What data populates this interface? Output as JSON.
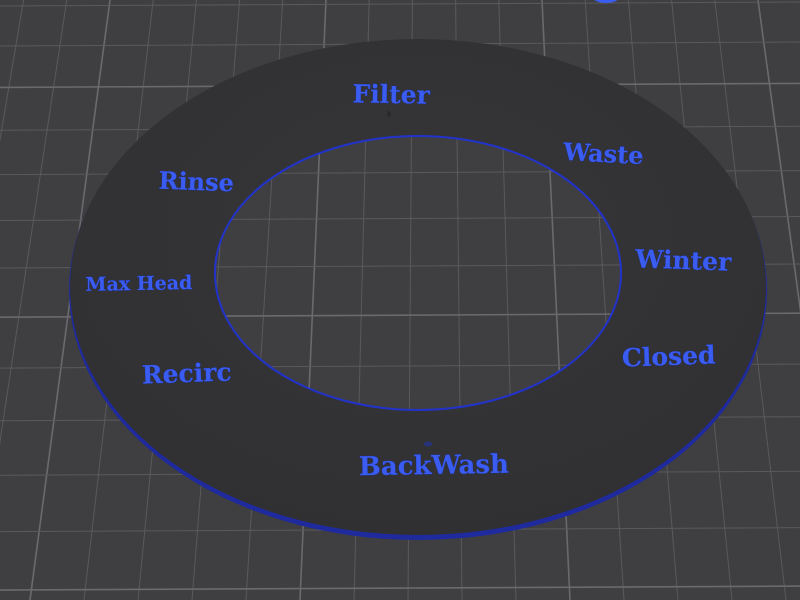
{
  "scene": {
    "background_color": "#3f3f41",
    "grid_color": "#5a5a5d",
    "grid_major_color": "#6a6a6e",
    "ring_color": "#333335",
    "ring_edge_color": "#2233cc",
    "label_color": "#3a5cf0"
  },
  "dial_labels": {
    "filter": "Filter",
    "waste": "Waste",
    "winter": "Winter",
    "closed": "Closed",
    "backwash": "BackWash",
    "recirc": "Recirc",
    "max_head": "Max Head",
    "rinse": "Rinse"
  }
}
